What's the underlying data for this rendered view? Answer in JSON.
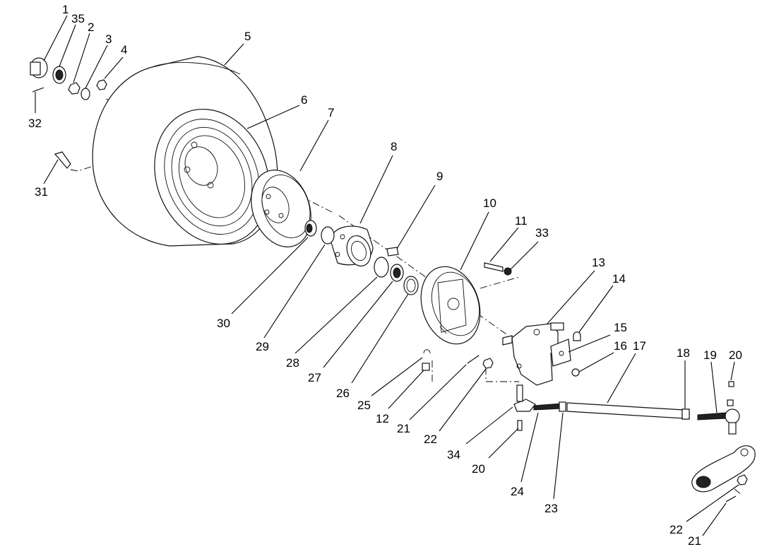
{
  "diagram": {
    "callouts": [
      {
        "id": "c1",
        "label": "1"
      },
      {
        "id": "c35",
        "label": "35"
      },
      {
        "id": "c2",
        "label": "2"
      },
      {
        "id": "c3",
        "label": "3"
      },
      {
        "id": "c4",
        "label": "4"
      },
      {
        "id": "c5",
        "label": "5"
      },
      {
        "id": "c32",
        "label": "32"
      },
      {
        "id": "c6",
        "label": "6"
      },
      {
        "id": "c7",
        "label": "7"
      },
      {
        "id": "c31",
        "label": "31"
      },
      {
        "id": "c8",
        "label": "8"
      },
      {
        "id": "c9",
        "label": "9"
      },
      {
        "id": "c10",
        "label": "10"
      },
      {
        "id": "c11",
        "label": "11"
      },
      {
        "id": "c33",
        "label": "33"
      },
      {
        "id": "c13",
        "label": "13"
      },
      {
        "id": "c14",
        "label": "14"
      },
      {
        "id": "c15",
        "label": "15"
      },
      {
        "id": "c16",
        "label": "16"
      },
      {
        "id": "c17",
        "label": "17"
      },
      {
        "id": "c18",
        "label": "18"
      },
      {
        "id": "c19",
        "label": "19"
      },
      {
        "id": "c20a",
        "label": "20"
      },
      {
        "id": "c30",
        "label": "30"
      },
      {
        "id": "c29",
        "label": "29"
      },
      {
        "id": "c28",
        "label": "28"
      },
      {
        "id": "c27",
        "label": "27"
      },
      {
        "id": "c26",
        "label": "26"
      },
      {
        "id": "c25",
        "label": "25"
      },
      {
        "id": "c12",
        "label": "12"
      },
      {
        "id": "c21a",
        "label": "21"
      },
      {
        "id": "c22a",
        "label": "22"
      },
      {
        "id": "c34",
        "label": "34"
      },
      {
        "id": "c20b",
        "label": "20"
      },
      {
        "id": "c24",
        "label": "24"
      },
      {
        "id": "c23",
        "label": "23"
      },
      {
        "id": "c22b",
        "label": "22"
      },
      {
        "id": "c21b",
        "label": "21"
      }
    ]
  }
}
